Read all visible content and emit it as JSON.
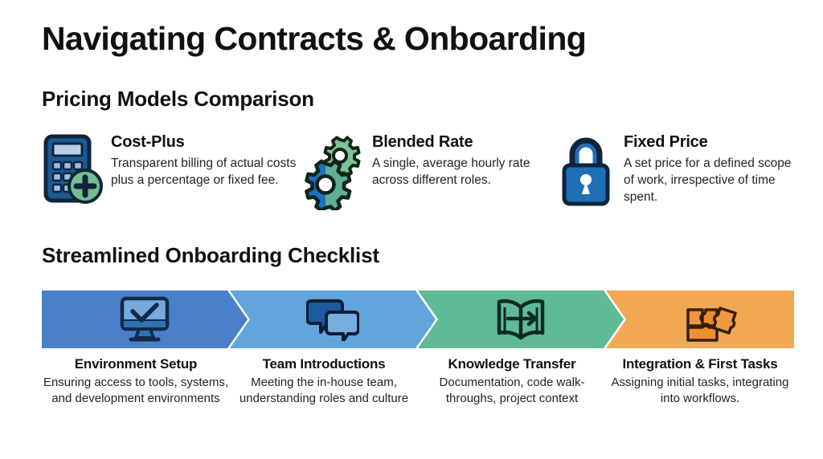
{
  "title": "Navigating Contracts & Onboarding",
  "sections": {
    "pricing_heading": "Pricing Models Comparison",
    "onboarding_heading": "Streamlined Onboarding Checklist"
  },
  "pricing_models": [
    {
      "icon": "calculator-plus-icon",
      "title": "Cost-Plus",
      "description": "Transparent billing of actual costs plus a percentage or fixed fee."
    },
    {
      "icon": "gears-icon",
      "title": "Blended Rate",
      "description": "A single, average hourly rate across different roles."
    },
    {
      "icon": "padlock-icon",
      "title": "Fixed Price",
      "description": "A set price for a defined scope of work, irrespective of time spent."
    }
  ],
  "onboarding_steps": [
    {
      "icon": "monitor-check-icon",
      "label": "Environment Setup",
      "description": "Ensuring access to tools, systems, and development environments",
      "color": "#4A7FC9"
    },
    {
      "icon": "speech-bubbles-icon",
      "label": "Team Introductions",
      "description": "Meeting the in-house team, understanding roles and culture",
      "color": "#62A5DC"
    },
    {
      "icon": "open-book-arrow-icon",
      "label": "Knowledge Transfer",
      "description": "Documentation, code walk-throughs, project context",
      "color": "#5EBB96"
    },
    {
      "icon": "puzzle-pieces-icon",
      "label": "Integration & First Tasks",
      "description": "Assigning initial tasks, integrating into workflows.",
      "color": "#F2A852"
    }
  ],
  "colors": {
    "blue_dark": "#123A63",
    "blue_mid": "#1F6FB5",
    "blue_light": "#A8C8E8",
    "green": "#6DBF8F",
    "orange": "#EE8B32",
    "text": "#111111"
  }
}
